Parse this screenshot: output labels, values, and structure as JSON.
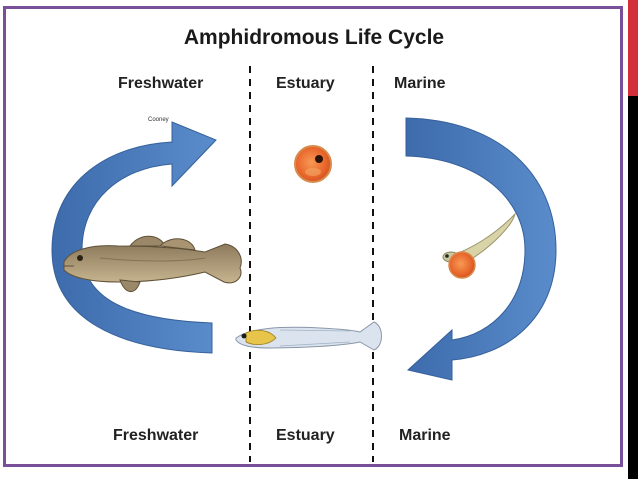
{
  "title": "Amphidromous Life Cycle",
  "zones_top": {
    "freshwater": "Freshwater",
    "estuary": "Estuary",
    "marine": "Marine"
  },
  "zones_bottom": {
    "freshwater": "Freshwater",
    "estuary": "Estuary",
    "marine": "Marine"
  },
  "credit": "Cooney",
  "colors": {
    "arrow": "#4a7abb",
    "arrow_dark": "#37609a",
    "egg": "#e8642a",
    "frame": "#7a4f9a",
    "side_red": "#d32f3a"
  },
  "icons": [
    "adult-goby-icon",
    "egg-icon",
    "larva-icon",
    "juvenile-fish-icon"
  ]
}
